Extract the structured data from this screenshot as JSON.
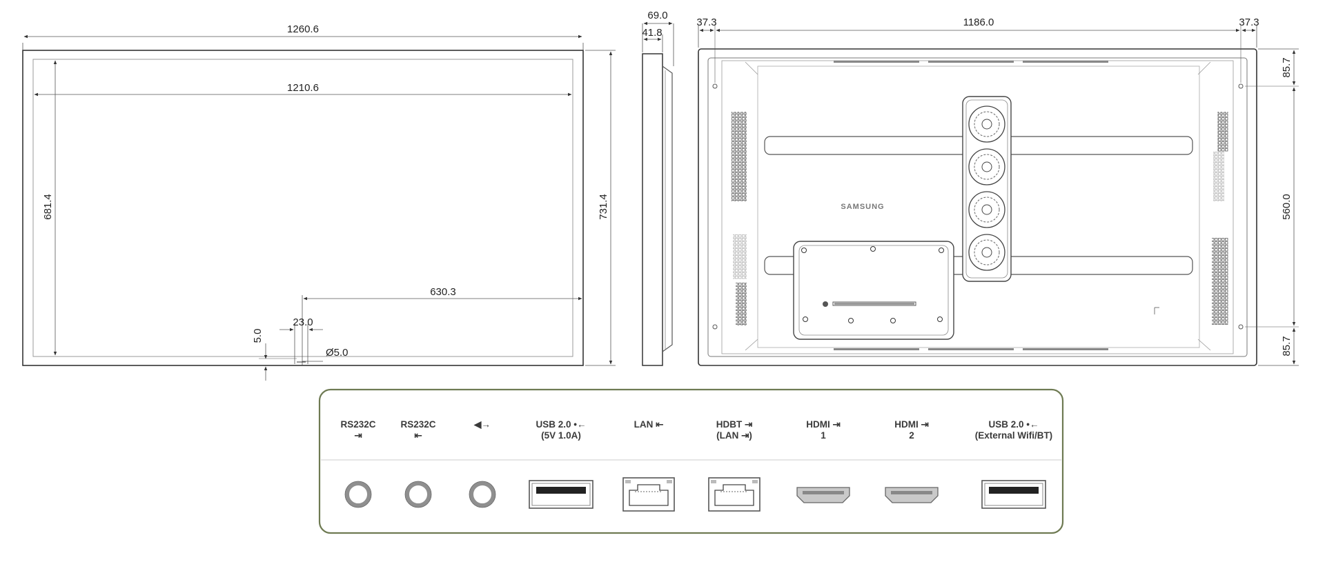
{
  "colors": {
    "line": "#333333",
    "dim_line": "#555555",
    "panel_border": "#6e7a52",
    "port_ring": "#9a9a9a",
    "hdmi_fill": "#c9c9c9"
  },
  "front_view": {
    "width_outer": "1260.6",
    "width_inner": "1210.6",
    "height_inner": "681.4",
    "height_outer": "731.4",
    "offset_630": "630.3",
    "notch_width": "23.0",
    "notch_depth": "5.0",
    "hole_diameter": "Ø5.0"
  },
  "side_view": {
    "depth_total": "69.0",
    "depth_body": "41.8"
  },
  "back_view": {
    "margin_left": "37.3",
    "vesa_width": "1186.0",
    "margin_right": "37.3",
    "top_offset": "85.7",
    "vesa_height": "560.0",
    "bottom_offset": "85.7",
    "brand_logo": "SAMSUNG"
  },
  "port_panel": {
    "ports": [
      {
        "line1": "RS232C",
        "line2": "⇥",
        "icon": "audio-jack-icon",
        "type": "round"
      },
      {
        "line1": "RS232C",
        "line2": "⇤",
        "icon": "audio-jack-icon",
        "type": "round"
      },
      {
        "line1": "◀→",
        "line2": "",
        "icon": "audio-out-icon",
        "type": "round"
      },
      {
        "line1": "USB 2.0 •←",
        "line2": "(5V 1.0A)",
        "icon": "usb-a-icon",
        "type": "usb"
      },
      {
        "line1": "LAN ⇤",
        "line2": "",
        "icon": "rj45-icon",
        "type": "rj45"
      },
      {
        "line1": "HDBT ⇥",
        "line2": "(LAN ⇥)",
        "icon": "rj45-icon",
        "type": "rj45"
      },
      {
        "line1": "HDMI ⇥",
        "line2": "1",
        "icon": "hdmi-icon",
        "type": "hdmi"
      },
      {
        "line1": "HDMI ⇥",
        "line2": "2",
        "icon": "hdmi-icon",
        "type": "hdmi"
      },
      {
        "line1": "USB 2.0 •←",
        "line2": "(External Wifi/BT)",
        "icon": "usb-a-icon",
        "type": "usb"
      }
    ]
  }
}
